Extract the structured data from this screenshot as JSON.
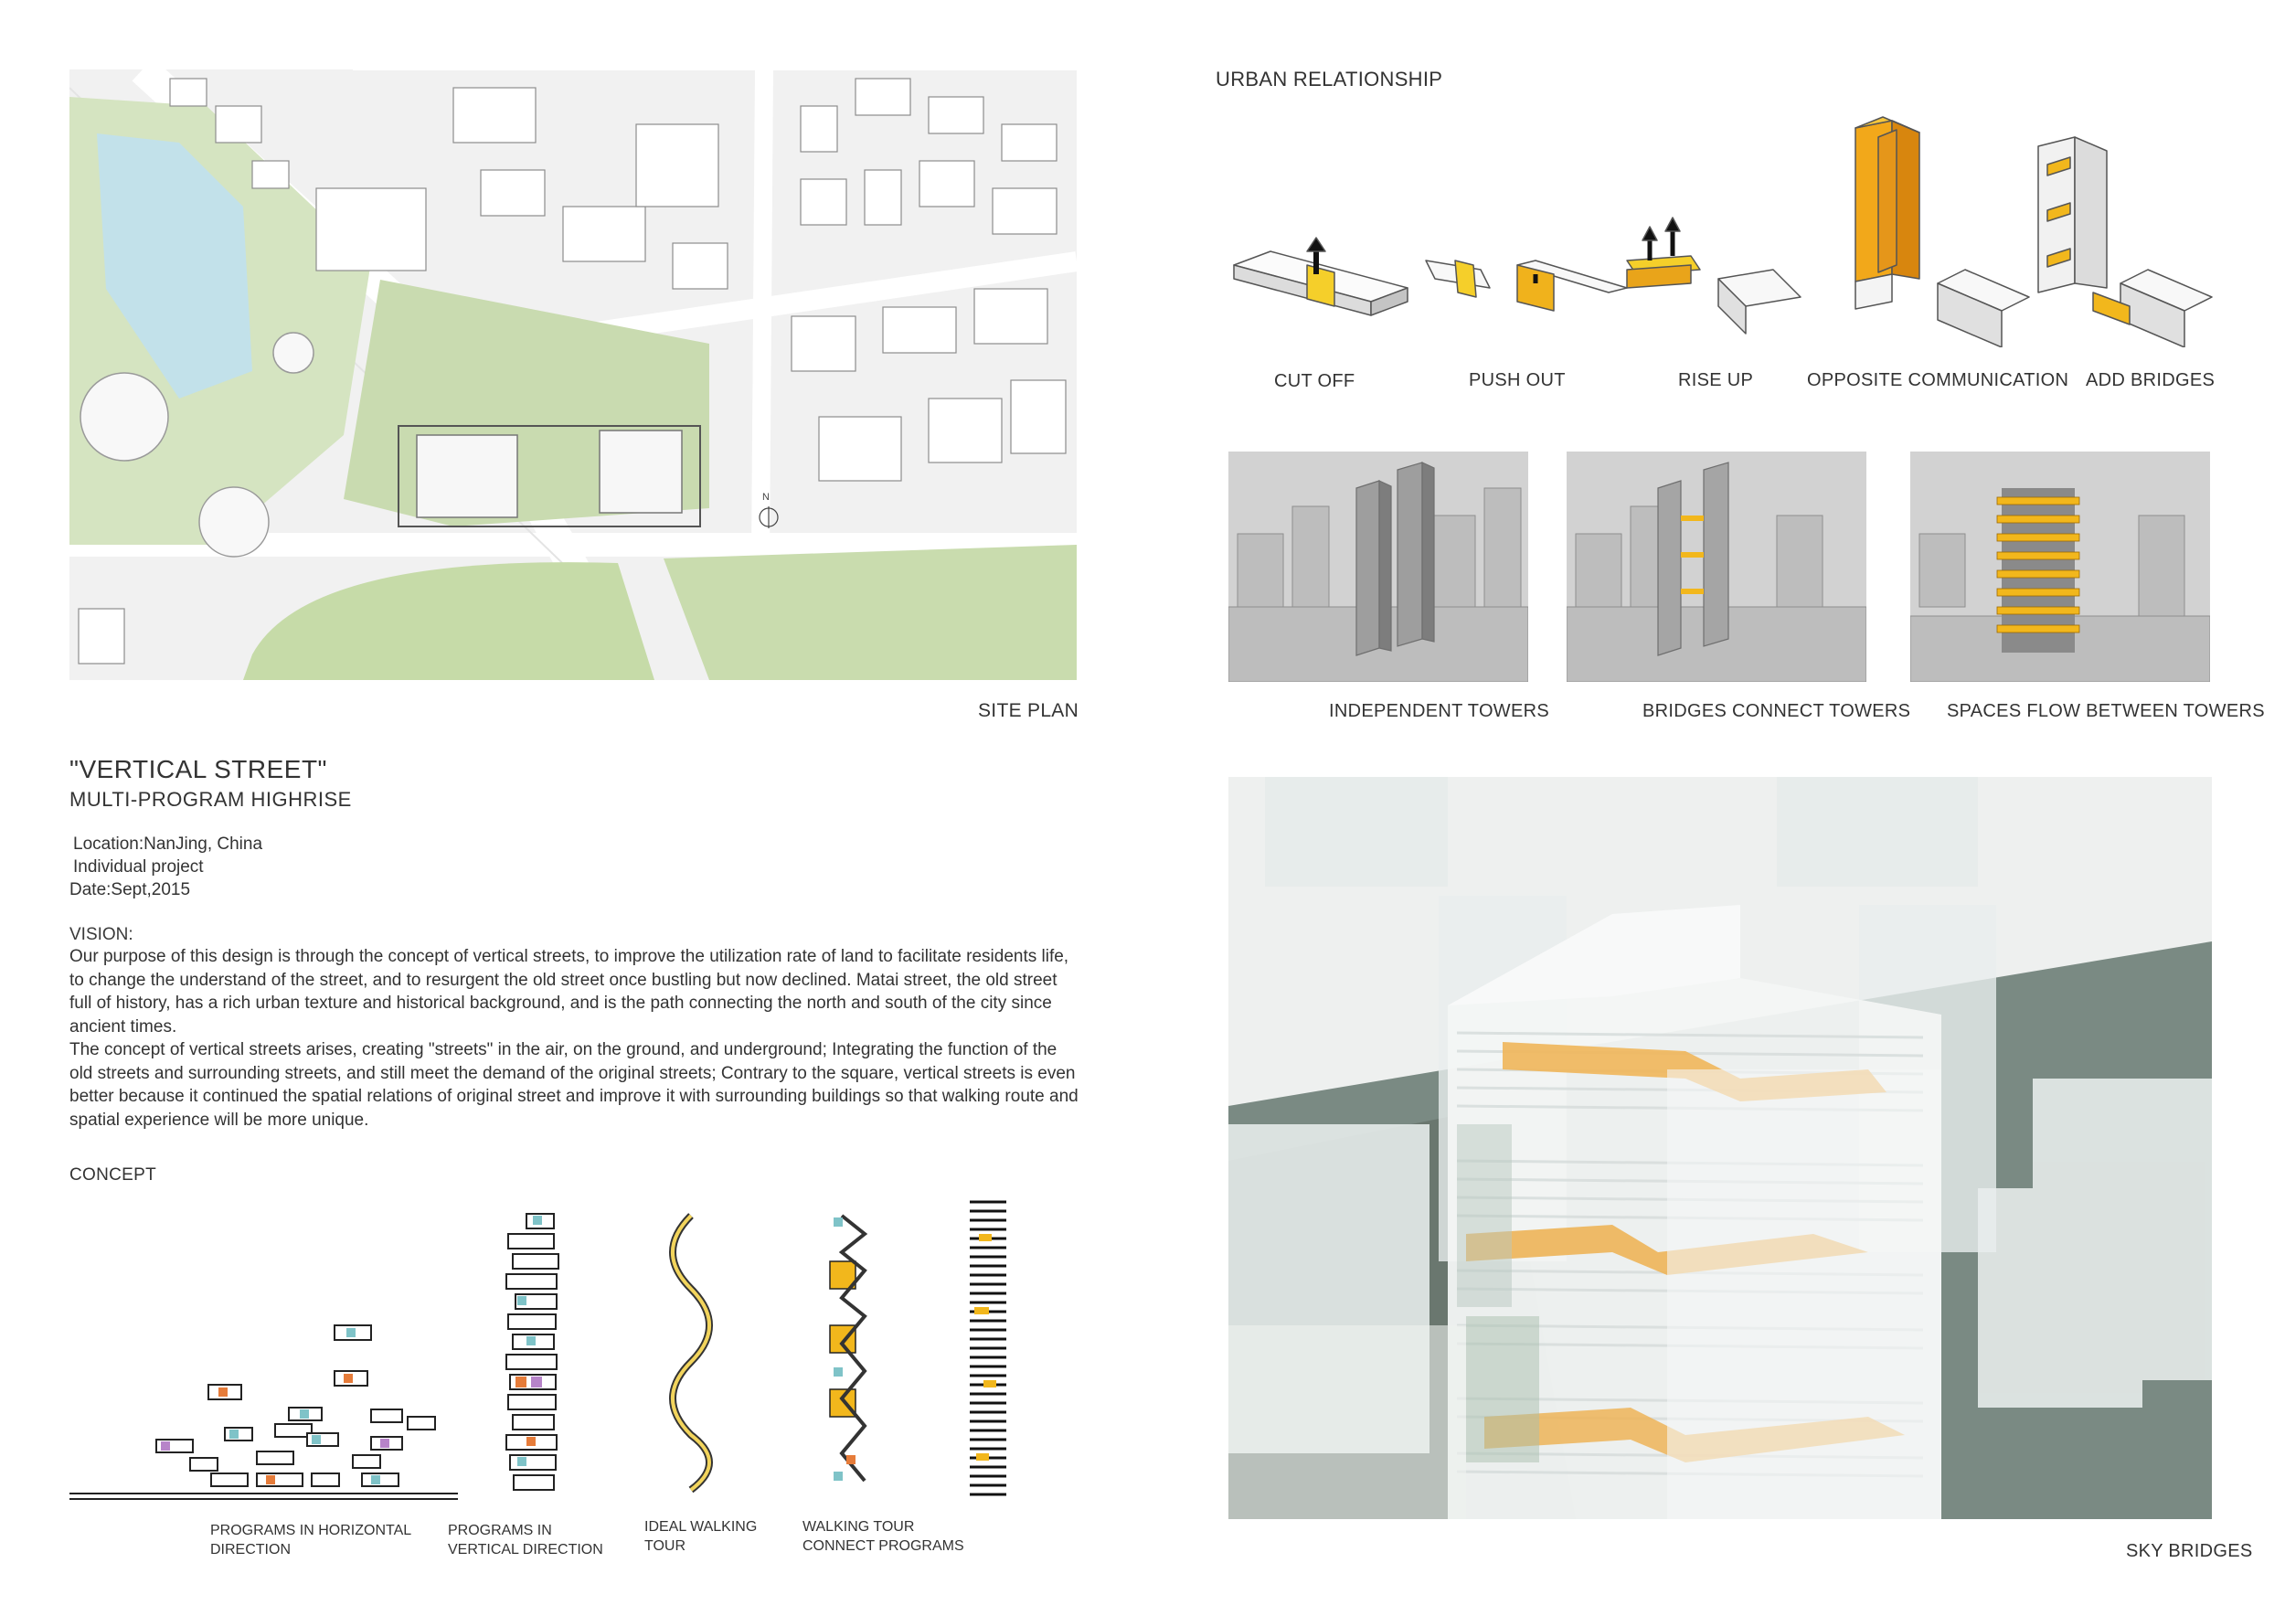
{
  "site_plan": {
    "label": "SITE PLAN",
    "north": "N"
  },
  "urban_relationship": {
    "heading": "URBAN RELATIONSHIP",
    "diagrams": [
      "CUT OFF",
      "PUSH OUT",
      "RISE UP",
      "OPPOSITE COMMUNICATION",
      "ADD BRIDGES"
    ],
    "towers": [
      "INDEPENDENT TOWERS",
      "BRIDGES CONNECT TOWERS",
      "SPACES FLOW BETWEEN TOWERS"
    ]
  },
  "project": {
    "title": "\"VERTICAL STREET\"",
    "subtitle": "MULTI-PROGRAM HIGHRISE",
    "location": "Location:NanJing, China",
    "type": "Individual project",
    "date": "Date:Sept,2015"
  },
  "vision": {
    "heading": "VISION:",
    "para1": "Our purpose of this design is through the concept of vertical streets, to improve the utilization rate of land to facilitate residents life, to change the understand of the street, and to resurgent the old street once bustling but now declined. Matai street, the old street full of history, has a rich urban texture and historical background, and is the path connecting the north and south of the city since ancient times.",
    "para2": "The concept of vertical streets arises, creating \"streets\" in the air, on the ground, and underground; Integrating the function of the old streets and surrounding streets, and still meet the demand of the original streets; Contrary to the square, vertical streets is even better because it continued the spatial relations of original street and improve it with surrounding buildings so that walking route and spatial experience will be more unique."
  },
  "concept": {
    "heading": "CONCEPT",
    "captions": [
      "PROGRAMS IN HORIZONTAL DIRECTION",
      "PROGRAMS IN VERTICAL DIRECTION",
      "IDEAL WALKING TOUR",
      "WALKING TOUR CONNECT PROGRAMS"
    ]
  },
  "render": {
    "label": "SKY BRIDGES"
  },
  "colors": {
    "accent": "#f2b71c",
    "orange": "#e8981a",
    "park": "#cfe0b8",
    "water": "#bfe0ea"
  }
}
